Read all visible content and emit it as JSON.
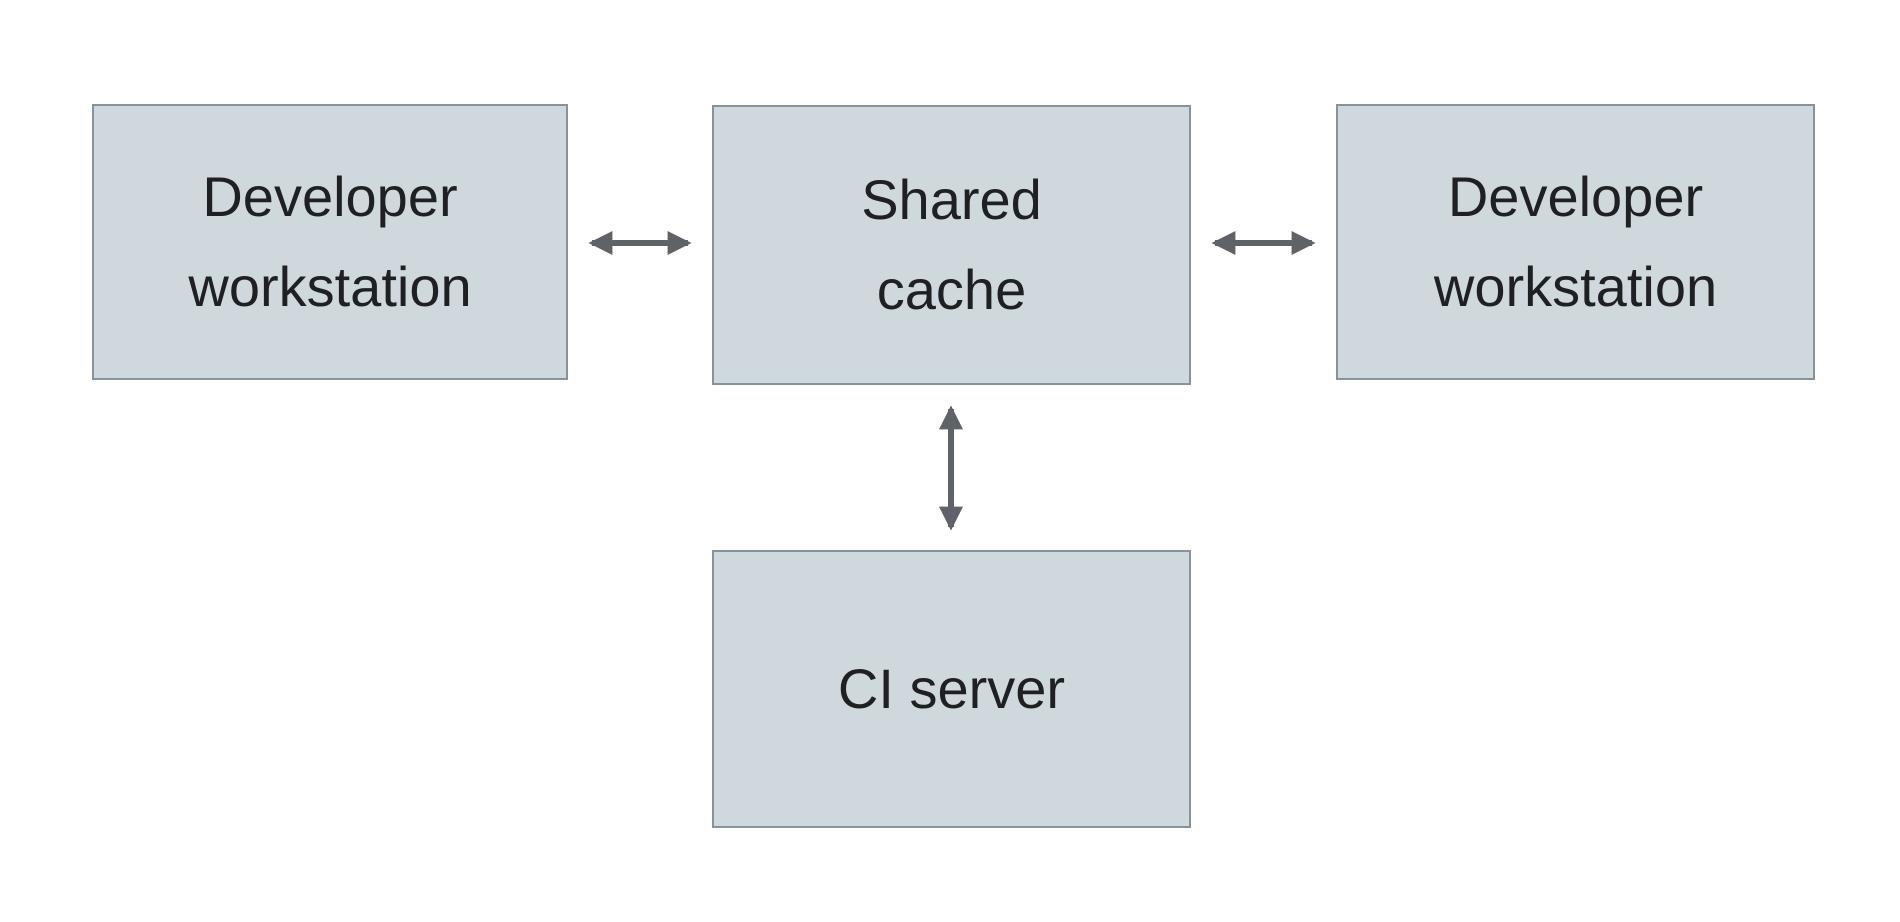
{
  "diagram": {
    "title": "",
    "nodes": [
      {
        "id": "workstation-left",
        "label": "Developer workstation"
      },
      {
        "id": "shared-cache",
        "label": "Shared cache"
      },
      {
        "id": "workstation-right",
        "label": "Developer workstation"
      },
      {
        "id": "ci-server",
        "label": "CI server"
      }
    ],
    "edges": [
      {
        "from": "workstation-left",
        "to": "shared-cache",
        "type": "bidirectional-arrow"
      },
      {
        "from": "shared-cache",
        "to": "workstation-right",
        "type": "bidirectional-arrow"
      },
      {
        "from": "shared-cache",
        "to": "ci-server",
        "type": "bidirectional-arrow"
      }
    ]
  },
  "colors": {
    "background": "#ffffff",
    "box_fill": "#cfd8dc",
    "box_border": "#87939a",
    "arrow": "#5f6368",
    "text": "#1f2023"
  }
}
